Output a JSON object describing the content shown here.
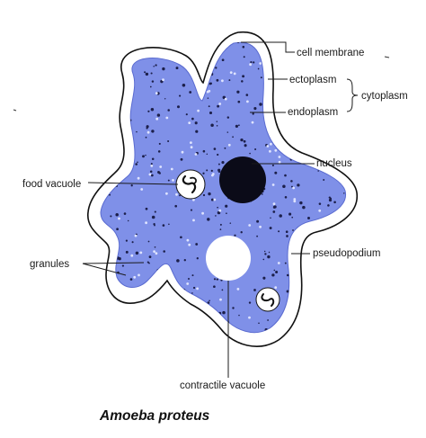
{
  "labels": {
    "cell_membrane": "cell membrane",
    "ectoplasm": "ectoplasm",
    "endoplasm": "endoplasm",
    "cytoplasm": "cytoplasm",
    "nucleus": "nucleus",
    "food_vacuole": "food vacuole",
    "pseudopodium": "pseudopodium",
    "granules": "granules",
    "contractile_vacuole": "contractile vacuole"
  },
  "title": "Amoeba proteus",
  "colors": {
    "cytoplasm_fill": "#7f90e8",
    "membrane_outline": "#111111",
    "nucleus": "#0b0b18",
    "granule": "#1c1f4a",
    "vacuole": "#ffffff"
  }
}
